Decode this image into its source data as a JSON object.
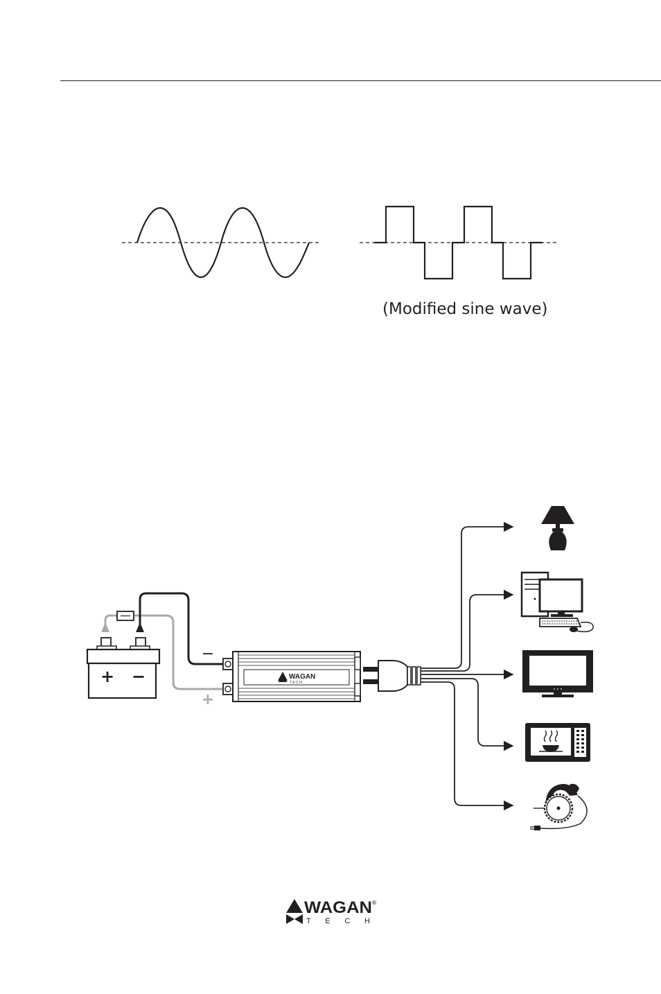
{
  "waveforms": {
    "modified_caption": "(Modified sine wave)"
  },
  "battery": {
    "plus_symbol": "+",
    "minus_symbol": "−"
  },
  "cables": {
    "negative_label": "−",
    "positive_label": "+"
  },
  "inverter": {
    "brand": "WAGAN",
    "sub_brand": "T E C H"
  },
  "footer": {
    "brand": "WAGAN",
    "sub_brand": "T E C H",
    "registered": "®"
  },
  "colors": {
    "ink": "#231f20",
    "positive_cable": "#a7a9ac"
  }
}
